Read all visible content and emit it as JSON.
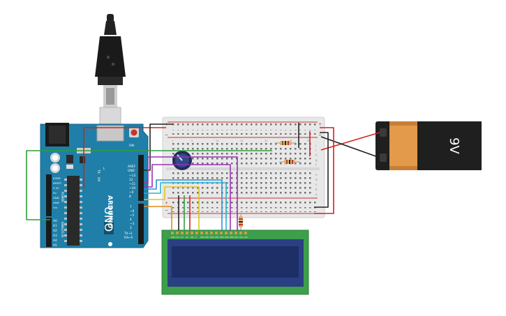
{
  "arduino": {
    "model": "UNO",
    "brand": "ARDUINO",
    "header_top": {
      "aref": "AREF",
      "gnd": "GND",
      "pins": [
        "~13",
        "12",
        "~11",
        "~10",
        "~9",
        "8"
      ]
    },
    "header_digital": {
      "pins": [
        "7",
        "~6",
        "~5",
        "4",
        "~3",
        "2",
        "TX→1",
        "RX←0"
      ]
    },
    "header_power": [
      "IOREF",
      "RESET",
      "3.3V",
      "5V",
      "GND",
      "GND",
      "Vin"
    ],
    "power_label": "POWER",
    "analog_pins": [
      "A0",
      "A1",
      "A2",
      "A3",
      "A4",
      "A5"
    ],
    "analog_label": "ANALOG IN",
    "tx_label": "TX",
    "rx_label": "RX",
    "on_label": "ON",
    "l_label": "L"
  },
  "breadboard": {
    "rail_plus": "+",
    "rail_minus": "−",
    "row_letters_top": [
      "j",
      "i",
      "h",
      "g",
      "f"
    ],
    "row_letters_bottom": [
      "e",
      "d",
      "c",
      "b",
      "a"
    ],
    "column_numbers": [
      "1",
      "5",
      "10",
      "15",
      "20",
      "25",
      "30"
    ]
  },
  "battery": {
    "voltage_label": "9V"
  },
  "lcd": {
    "pins": [
      "GND",
      "VCC",
      "V0",
      "RS",
      "RW",
      "E",
      "DB0",
      "DB1",
      "DB2",
      "DB3",
      "DB4",
      "DB5",
      "DB6",
      "DB7",
      "LED",
      "LED"
    ]
  },
  "colors": {
    "arduino_board": "#1f7fa8",
    "breadboard": "#e8e8e8",
    "lcd_pcb": "#3c9f4a",
    "lcd_screen": "#1d2f66",
    "battery_body": "#1f1f1f",
    "battery_label": "#e39a4a"
  }
}
